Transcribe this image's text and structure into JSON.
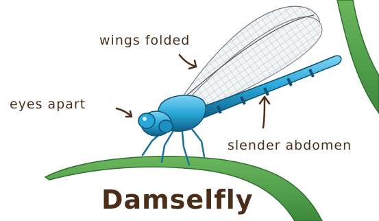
{
  "title": "Damselfly",
  "labels": {
    "wings": "wings folded",
    "eyes": "eyes apart",
    "abdomen": "slender abdomen"
  },
  "colors": {
    "ink": "#4a2e1a",
    "leaf": "#4f9a4a",
    "leaf_dark": "#2f6e2f",
    "body_blue": "#29a7d9",
    "body_dark": "#0f4f74",
    "wing": "#f2f5f7"
  }
}
